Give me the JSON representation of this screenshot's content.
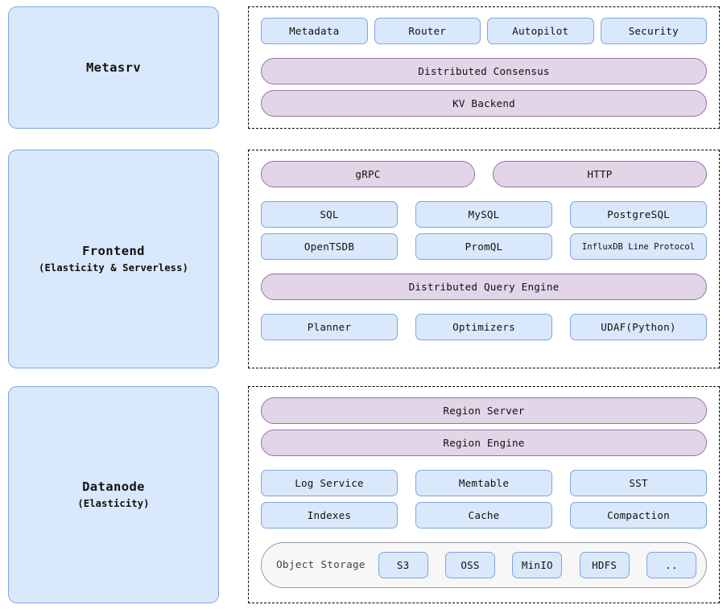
{
  "theme": {
    "blue_fill": "#dae8fc",
    "blue_border": "#7ea6e0",
    "purple_fill": "#e1d5e7",
    "purple_border": "#9673a6",
    "storage_fill": "#f7f7f7",
    "storage_border": "#999999",
    "panel_border": "#000000",
    "text": "#111111"
  },
  "sections": {
    "metasrv": {
      "title": "Metasrv",
      "subtitle": "",
      "rows": {
        "services": [
          {
            "label": "Metadata"
          },
          {
            "label": "Router"
          },
          {
            "label": "Autopilot"
          },
          {
            "label": "Security"
          }
        ],
        "consensus": {
          "label": "Distributed Consensus"
        },
        "kv": {
          "label": "KV Backend"
        }
      }
    },
    "frontend": {
      "title": "Frontend",
      "subtitle": "(Elasticity & Serverless)",
      "rows": {
        "protocols": [
          {
            "label": "gRPC"
          },
          {
            "label": "HTTP"
          }
        ],
        "dialects_row1": [
          {
            "label": "SQL"
          },
          {
            "label": "MySQL"
          },
          {
            "label": "PostgreSQL"
          }
        ],
        "dialects_row2": [
          {
            "label": "OpenTSDB"
          },
          {
            "label": "PromQL"
          },
          {
            "label": "InfluxDB Line Protocol"
          }
        ],
        "query_engine": {
          "label": "Distributed Query Engine"
        },
        "engine_parts": [
          {
            "label": "Planner"
          },
          {
            "label": "Optimizers"
          },
          {
            "label": "UDAF(Python)"
          }
        ]
      }
    },
    "datanode": {
      "title": "Datanode",
      "subtitle": "(Elasticity)",
      "rows": {
        "region_server": {
          "label": "Region Server"
        },
        "region_engine": {
          "label": "Region Engine"
        },
        "storage_row1": [
          {
            "label": "Log Service"
          },
          {
            "label": "Memtable"
          },
          {
            "label": "SST"
          }
        ],
        "storage_row2": [
          {
            "label": "Indexes"
          },
          {
            "label": "Cache"
          },
          {
            "label": "Compaction"
          }
        ],
        "object_storage": {
          "label": "Object Storage",
          "backends": [
            {
              "label": "S3"
            },
            {
              "label": "OSS"
            },
            {
              "label": "MinIO"
            },
            {
              "label": "HDFS"
            },
            {
              "label": ".."
            }
          ]
        }
      }
    }
  }
}
